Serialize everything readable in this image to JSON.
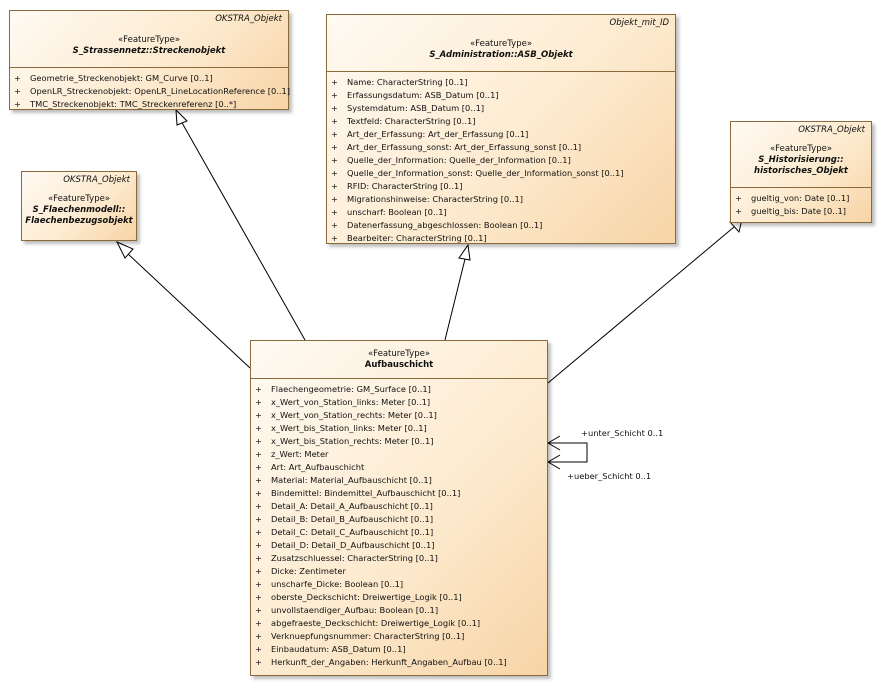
{
  "classes": {
    "strecke": {
      "package": "OKSTRA_Objekt",
      "stereotype": "«FeatureType»",
      "name": "S_Strassennetz::Streckenobjekt",
      "attributes": [
        "Geometrie_Streckenobjekt: GM_Curve [0..1]",
        "OpenLR_Streckenobjekt: OpenLR_LineLocationReference [0..1]",
        "TMC_Streckenobjekt: TMC_Streckenreferenz [0..*]"
      ]
    },
    "asb": {
      "package": "Objekt_mit_ID",
      "stereotype": "«FeatureType»",
      "name": "S_Administration::ASB_Objekt",
      "attributes": [
        "Name: CharacterString [0..1]",
        "Erfassungsdatum: ASB_Datum [0..1]",
        "Systemdatum: ASB_Datum [0..1]",
        "Textfeld: CharacterString [0..1]",
        "Art_der_Erfassung: Art_der_Erfassung [0..1]",
        "Art_der_Erfassung_sonst: Art_der_Erfassung_sonst [0..1]",
        "Quelle_der_Information: Quelle_der_Information [0..1]",
        "Quelle_der_Information_sonst: Quelle_der_Information_sonst [0..1]",
        "RFID: CharacterString [0..1]",
        "Migrationshinweise: CharacterString [0..1]",
        "unscharf: Boolean [0..1]",
        "Datenerfassung_abgeschlossen: Boolean [0..1]",
        "Bearbeiter: CharacterString [0..1]"
      ]
    },
    "flaeche": {
      "package": "OKSTRA_Objekt",
      "stereotype": "«FeatureType»",
      "name_line1": "S_Flaechenmodell::",
      "name_line2": "Flaechenbezugsobjekt"
    },
    "histor": {
      "package": "OKSTRA_Objekt",
      "stereotype": "«FeatureType»",
      "name_line1": "S_Historisierung::",
      "name_line2": "historisches_Objekt",
      "attributes": [
        "gueltig_von: Date [0..1]",
        "gueltig_bis: Date [0..1]"
      ]
    },
    "aufbau": {
      "stereotype": "«FeatureType»",
      "name": "Aufbauschicht",
      "attributes": [
        "Flaechengeometrie: GM_Surface [0..1]",
        "x_Wert_von_Station_links: Meter [0..1]",
        "x_Wert_von_Station_rechts: Meter [0..1]",
        "x_Wert_bis_Station_links: Meter [0..1]",
        "x_Wert_bis_Station_rechts: Meter [0..1]",
        "z_Wert: Meter",
        "Art: Art_Aufbauschicht",
        "Material: Material_Aufbauschicht [0..1]",
        "Bindemittel: Bindemittel_Aufbauschicht [0..1]",
        "Detail_A: Detail_A_Aufbauschicht [0..1]",
        "Detail_B: Detail_B_Aufbauschicht [0..1]",
        "Detail_C: Detail_C_Aufbauschicht [0..1]",
        "Detail_D: Detail_D_Aufbauschicht [0..1]",
        "Zusatzschluessel: CharacterString [0..1]",
        "Dicke: Zentimeter",
        "unscharfe_Dicke: Boolean [0..1]",
        "oberste_Deckschicht: Dreiwertige_Logik [0..1]",
        "unvollstaendiger_Aufbau: Boolean [0..1]",
        "abgefraeste_Deckschicht: Dreiwertige_Logik [0..1]",
        "Verknuepfungsnummer: CharacterString [0..1]",
        "Einbaudatum: ASB_Datum [0..1]",
        "Herkunft_der_Angaben: Herkunft_Angaben_Aufbau [0..1]"
      ]
    }
  },
  "association": {
    "role_top": "+unter_Schicht 0..1",
    "role_bottom": "+ueber_Schicht 0..1"
  },
  "visibility_symbol": "+",
  "colors": {
    "border": "#8a6a3a",
    "fill_light": "#fffaf3",
    "fill_dark": "#f7d4a6"
  }
}
